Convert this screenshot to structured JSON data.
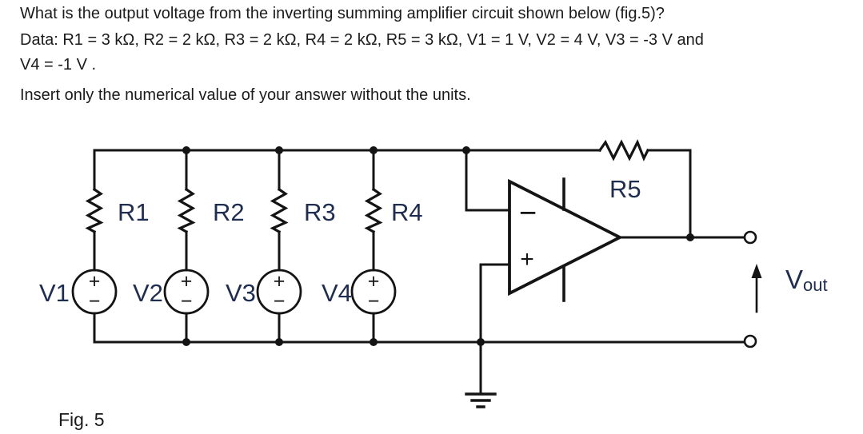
{
  "question": {
    "text": "What is the output voltage from the inverting summing amplifier circuit shown below (fig.5)?",
    "data_line1": "Data: R1 = 3 kΩ, R2 = 2 kΩ, R3 = 2 kΩ, R4 = 2 kΩ, R5 = 3 kΩ, V1 = 1 V, V2 = 4 V, V3 = -3 V and",
    "data_line2": "V4 = -1 V .",
    "instruction": "Insert only the numerical value of your answer without the units."
  },
  "circuit": {
    "resistors": [
      "R1",
      "R2",
      "R3",
      "R4",
      "R5"
    ],
    "sources": [
      "V1",
      "V2",
      "V3",
      "V4"
    ],
    "polarity": {
      "plus": "+",
      "minus": "−"
    },
    "opamp": {
      "inverting": "−",
      "noninverting": "+"
    },
    "output": {
      "main": "V",
      "sub": "out"
    },
    "wire_color": "#141414",
    "label_color": "#1f2d50"
  },
  "figure": {
    "caption": "Fig. 5"
  }
}
